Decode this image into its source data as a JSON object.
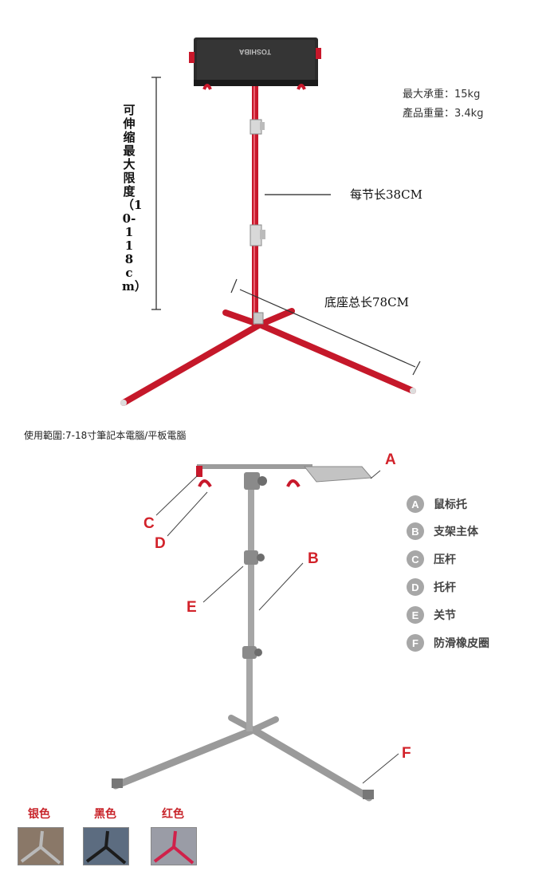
{
  "top_product": {
    "laptop_brand": "TOSHIBA",
    "specs": {
      "max_load": "最大承重：15kg",
      "weight": "產品重量：3.4kg"
    },
    "height_label": "可伸缩最大限度（10-118cm）",
    "section_length": "每节长38CM",
    "base_length": "底座总长78CM"
  },
  "usage": "使用範圍:7-18寸筆記本電腦/平板電腦",
  "parts_diagram": {
    "callouts": [
      "A",
      "B",
      "C",
      "D",
      "E",
      "F"
    ]
  },
  "legend": [
    {
      "letter": "A",
      "label": "鼠标托"
    },
    {
      "letter": "B",
      "label": "支架主体"
    },
    {
      "letter": "C",
      "label": "压杆"
    },
    {
      "letter": "D",
      "label": "托杆"
    },
    {
      "letter": "E",
      "label": "关节"
    },
    {
      "letter": "F",
      "label": "防滑橡皮圈"
    }
  ],
  "colors": [
    {
      "label": "银色",
      "hex": "#b9b9b9"
    },
    {
      "label": "黑色",
      "hex": "#1c1c1c"
    },
    {
      "label": "红色",
      "hex": "#d0214a"
    }
  ]
}
